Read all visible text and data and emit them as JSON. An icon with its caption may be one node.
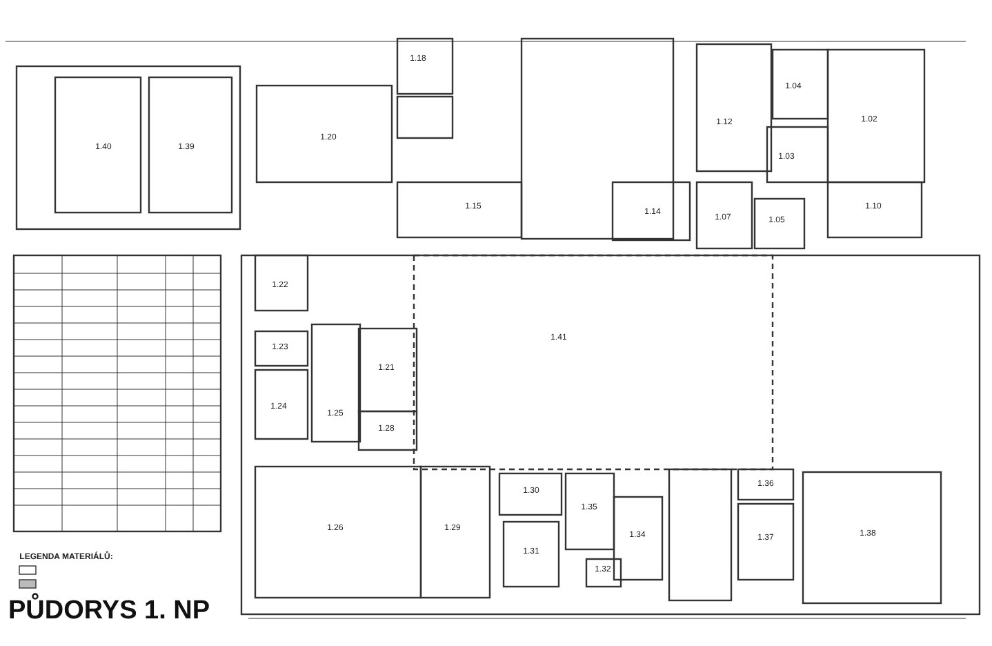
{
  "diagram": {
    "title": "PŮDORYS 1. NP",
    "labels": [
      "1.18",
      "1.04",
      "1.02",
      "1.12",
      "1.40",
      "1.39",
      "1.20",
      "1.03",
      "1.10",
      "1.05",
      "1.15",
      "1.07",
      "1.14",
      "1.22",
      "1.41",
      "1.23",
      "1.21",
      "1.24",
      "1.25",
      "1.28",
      "1.36",
      "1.30",
      "1.35",
      "1.34",
      "1.26",
      "1.29",
      "1.38",
      "1.37",
      "1.31",
      "1.32",
      "LEGENDA MATERIÁLŮ:"
    ]
  }
}
